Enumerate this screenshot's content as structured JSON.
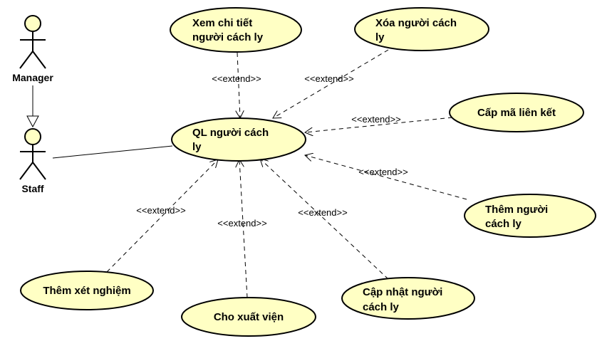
{
  "colors": {
    "usecase_fill": "#ffffc4",
    "actor_fill": "#ffffc4",
    "stroke": "#000000"
  },
  "actors": {
    "manager": "Manager",
    "staff": "Staff"
  },
  "usecases": {
    "main": [
      "QL người cách",
      "ly"
    ],
    "view_detail": [
      "Xem chi tiết",
      "người cách ly"
    ],
    "delete": [
      "Xóa người cách",
      "ly"
    ],
    "link_code": [
      "Cấp mã liên kết"
    ],
    "add_person": [
      "Thêm người",
      "cách ly"
    ],
    "update": [
      "Cập nhật người",
      "cách ly"
    ],
    "discharge": [
      "Cho xuất viện"
    ],
    "add_test": [
      "Thêm xét nghiệm"
    ]
  },
  "relations": {
    "extend_label": "<<extend>>"
  }
}
